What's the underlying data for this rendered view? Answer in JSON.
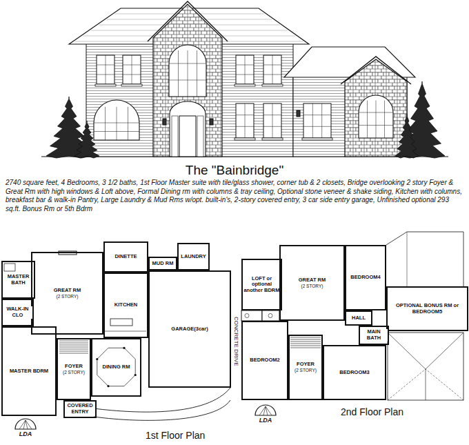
{
  "diagram": {
    "title": "The \"Bainbridge\"",
    "caption": "2740 square feet, 4 Bedrooms, 3 1/2 baths, 1st Floor Master suite with tile/glass shower, corner tub & 2 closets, Bridge overlooking 2 story Foyer & Great Rm with high windows & Loft above, Formal Dining rm with columns & tray ceiling, Optional stone veneer & shake siding, Kitchen with columns, breakfast bar & walk-in Pantry, Large Laundry & Mud Rms w/opt. built-in's, 2-story covered entry, 3 car side entry garage, Unfinished optional 293 sq.ft. Bonus Rm or 5th Bdrm",
    "nodes": [
      {
        "text": [
          "MASTER BATH"
        ]
      },
      {
        "text": [
          "GREAT RM",
          "(2 STORY)"
        ]
      },
      {
        "text": [
          "DINETTE"
        ]
      },
      {
        "text": [
          "LAUNDRY"
        ]
      },
      {
        "text": [
          "MUD RM"
        ]
      },
      {
        "text": [
          "KITCHEN"
        ]
      },
      {
        "text": [
          "WALK-IN CLO"
        ]
      },
      {
        "text": [
          "GARAGE(3car)"
        ]
      },
      {
        "text": [
          "MASTER BDRM"
        ]
      },
      {
        "text": [
          "FOYER",
          "(2 STORY)"
        ]
      },
      {
        "text": [
          "DINING RM"
        ]
      },
      {
        "text": [
          "COVERED ENTRY"
        ]
      },
      {
        "text": [
          "LOFT or optional another BDRM"
        ]
      },
      {
        "text": [
          "GREAT RM",
          "(2 STORY)"
        ]
      },
      {
        "text": [
          "BEDROOM4"
        ]
      },
      {
        "text": [
          "OPTIONAL BONUS RM or BEDROOM5"
        ]
      },
      {
        "text": [
          "HALL"
        ]
      },
      {
        "text": [
          "MAIN BATH"
        ]
      },
      {
        "text": [
          "BEDROOM2"
        ]
      },
      {
        "text": [
          "FOYER",
          "(2 STORY)"
        ]
      },
      {
        "text": [
          "BEDROOM3"
        ]
      }
    ],
    "labels": [
      "CONCRETE DRIVE",
      "1st Floor Plan",
      "LDA",
      "2nd Floor Plan",
      "LDA"
    ]
  }
}
